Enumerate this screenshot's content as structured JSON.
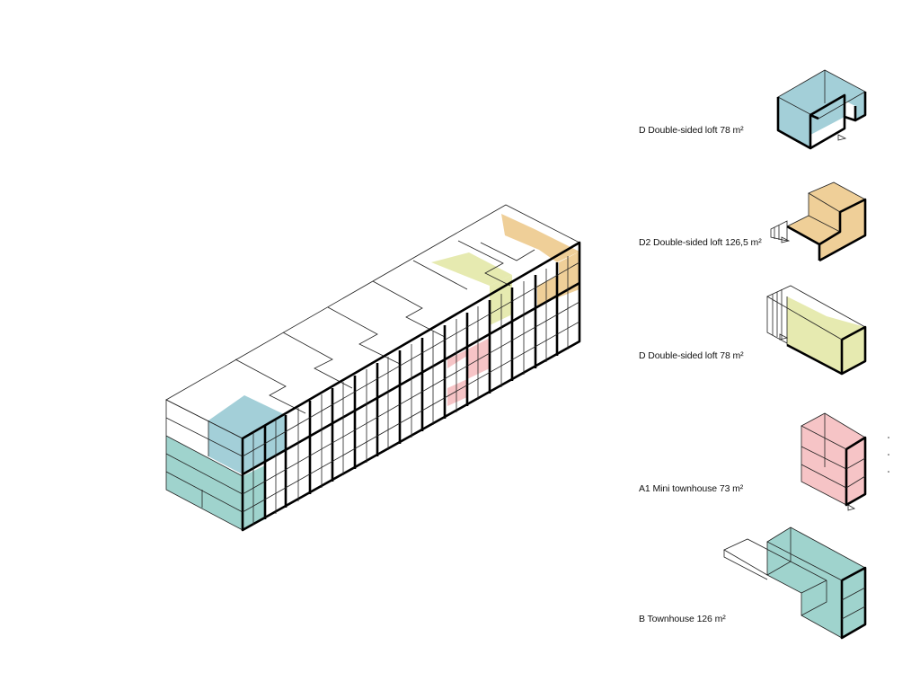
{
  "colors": {
    "blue": "#a3cfd8",
    "teal": "#9fd3cd",
    "orange": "#efcf98",
    "yellow": "#e6eab0",
    "pink": "#f6c4c6",
    "outline": "#000000"
  },
  "units": [
    {
      "id": "d-blue",
      "label": "D Double-sided loft 78 m²",
      "color": "blue",
      "icon": "loft-unit-blue"
    },
    {
      "id": "d2-orange",
      "label": "D2 Double-sided loft 126,5 m²",
      "color": "orange",
      "icon": "loft-unit-orange"
    },
    {
      "id": "d-yellow",
      "label": "D Double-sided loft 78 m²",
      "color": "yellow",
      "icon": "loft-unit-yellow"
    },
    {
      "id": "a1-pink",
      "label": "A1 Mini townhouse 73 m²",
      "color": "pink",
      "icon": "townhouse-unit-pink"
    },
    {
      "id": "b-teal",
      "label": "B Townhouse 126 m²",
      "color": "teal",
      "icon": "townhouse-unit-teal"
    }
  ]
}
